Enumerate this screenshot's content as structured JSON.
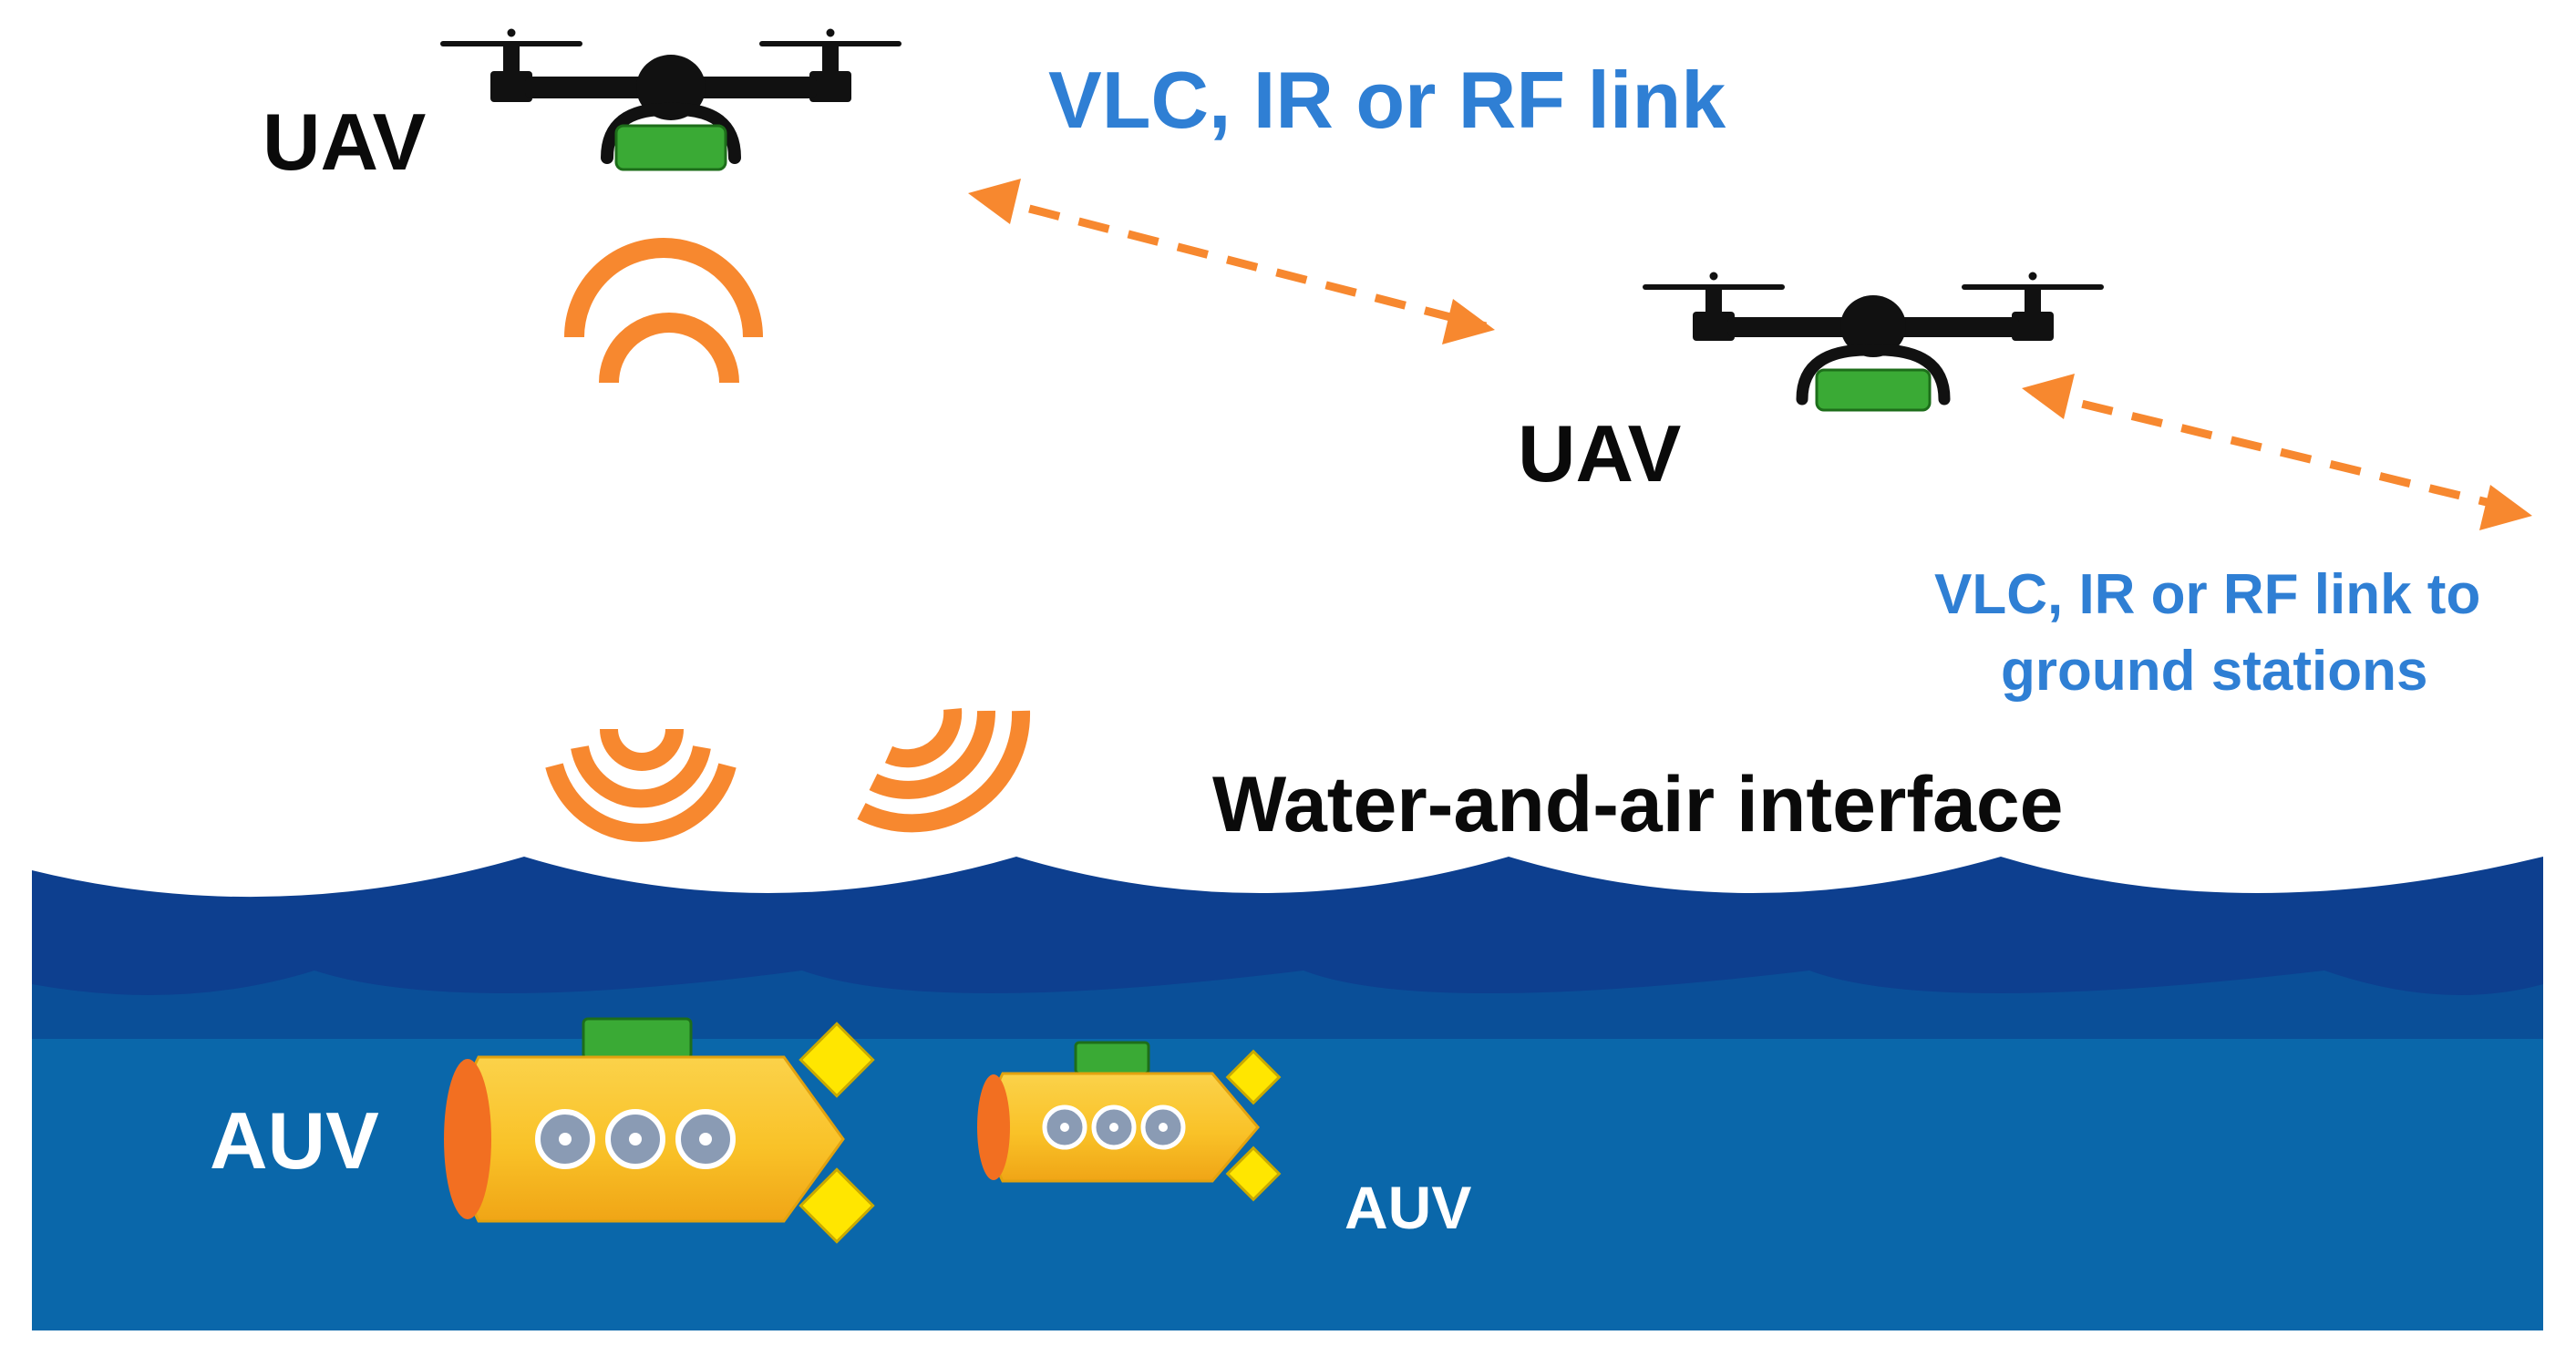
{
  "labels": {
    "uav_left": "UAV",
    "uav_right": "UAV",
    "link_top": "VLC, IR or RF link",
    "link_ground_line1": "VLC, IR or RF link to",
    "link_ground_line2": "ground stations",
    "interface": "Water-and-air interface",
    "auv_left": "AUV",
    "auv_right": "AUV"
  },
  "colors": {
    "drone_body": "#111111",
    "payload": "#3aaa35",
    "signal": "#f7882f",
    "link_arrow": "#f7882f",
    "wave_dark": "#0d3f8f",
    "water": "#0a67aa",
    "sub_body": "#f9c228",
    "sub_nose": "#f26f21",
    "sub_fin": "#ffe600",
    "porthole": "#8a9bb4",
    "text_blue": "#2f7fd4"
  }
}
